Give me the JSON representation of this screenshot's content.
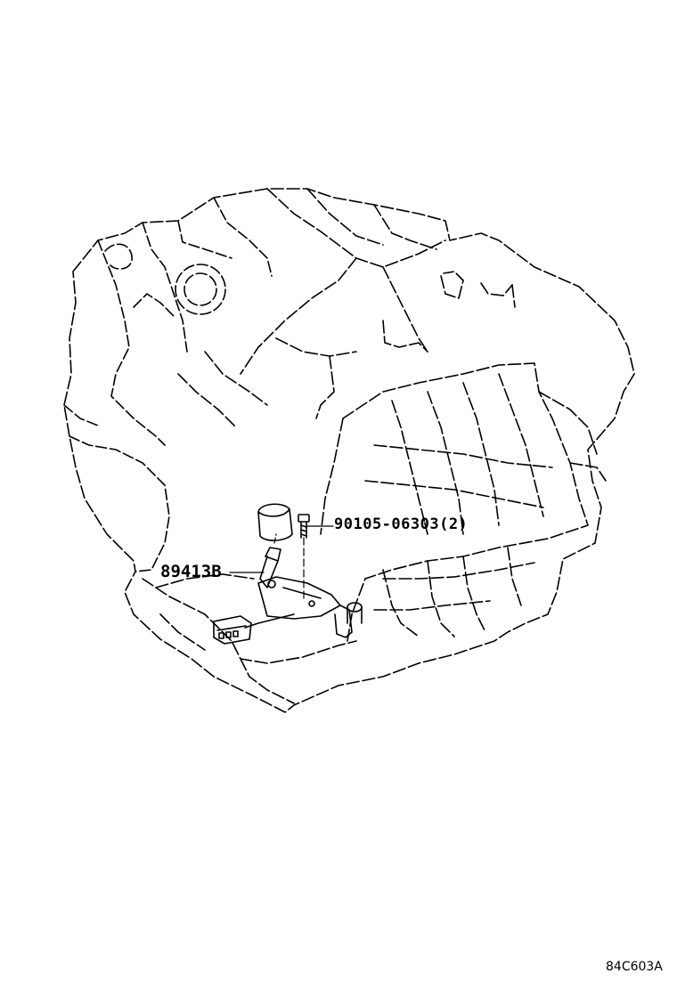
{
  "diagram": {
    "callouts": {
      "bolt_part_number": "90105-06303(2)",
      "sensor_part_number": "89413B"
    },
    "diagram_code": "84C603A",
    "line_color": "#000000",
    "background_color": "#ffffff"
  }
}
